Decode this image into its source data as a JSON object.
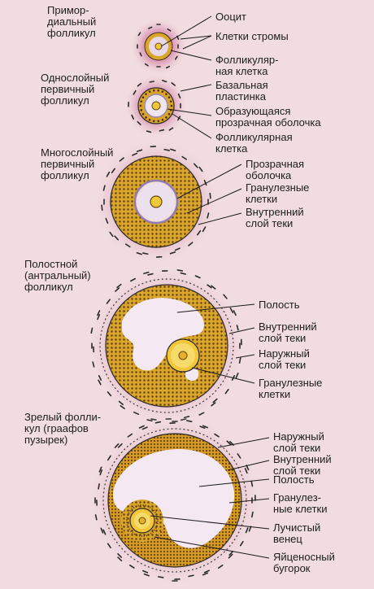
{
  "stages": [
    {
      "title": "Примор-\nдиальный\nфолликул",
      "labels": [
        "Ооцит",
        "Клетки стромы",
        "Фолликуляр-\nная клетка"
      ]
    },
    {
      "title": "Однослойный\nпервичный\nфолликул",
      "labels": [
        "Базальная\nпластинка",
        "Образующаяся\nпрозрачная оболочка",
        "Фолликулярная\nклетка"
      ]
    },
    {
      "title": "Многослойный\nпервичный\nфолликул",
      "labels": [
        "Прозрачная\nоболочка",
        "Гранулезные\nклетки",
        "Внутренний\nслой теки"
      ]
    },
    {
      "title": "Полостной\n(антральный)\nфолликул",
      "labels": [
        "Полость",
        "Внутренний\nслой теки",
        "Наружный\nслой теки",
        "Гранулезные\nклетки"
      ]
    },
    {
      "title": "Зрелый фолли-\nкул (граафов\nпузырек)",
      "labels": [
        "Наружный\nслой теки",
        "Внутренний\nслой теки",
        "Полость",
        "Гранулез-\nные клетки",
        "Лучистый\nвенец",
        "Яйценосный\nбугорок"
      ]
    }
  ],
  "colors": {
    "background": "#f1dde0",
    "halo": "#d98fb0",
    "granulosa": "#d9a52a",
    "granulosa_dot": "#5a3a10",
    "antrum": "#f4e8f2",
    "oocyte": "#f2c83a",
    "zona": "#d8c8e8",
    "line": "#1a1a1a"
  }
}
